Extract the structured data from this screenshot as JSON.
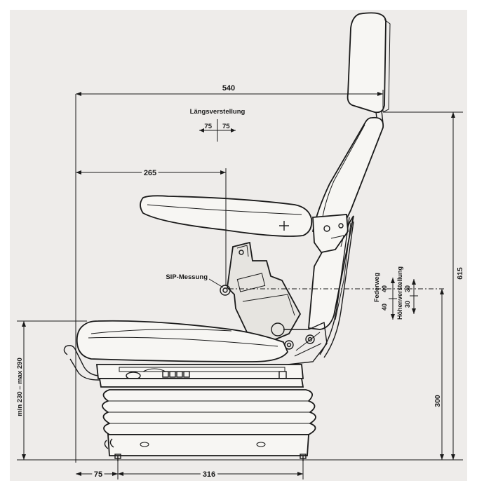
{
  "dimensions": {
    "overall_depth": "540",
    "armrest_depth": "265",
    "fore_aft_adjustment_title": "Längsverstellung",
    "fore_aft_left": "75",
    "fore_aft_right": "75",
    "sip_label": "SIP-Messung",
    "suspension_title": "Federweg",
    "suspension_a": "40",
    "suspension_b": "40",
    "height_adjust_title": "Höhenverstellung",
    "height_adjust_a": "30",
    "height_adjust_b": "30",
    "overall_height": "615",
    "sip_height": "300",
    "seat_height_range": "min 230 – max 290",
    "rear_offset": "75",
    "base_width": "316"
  },
  "colors": {
    "background": "#eeecea",
    "line": "#1a1a1a"
  }
}
